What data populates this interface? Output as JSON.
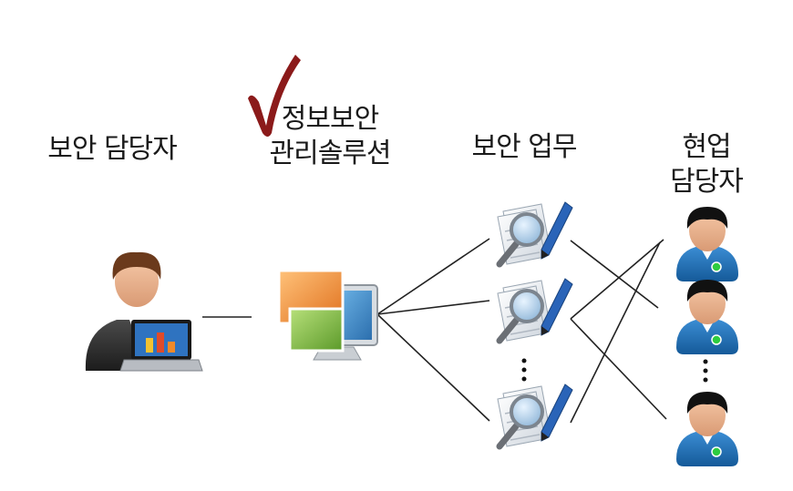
{
  "labels": {
    "security_officer": "보안 담당자",
    "solution_line1": "정보보안",
    "solution_line2": "관리솔루션",
    "security_task": "보안 업무",
    "field_line1": "현업",
    "field_line2": "담당자"
  },
  "icons": {
    "checkmark": "checkmark-icon",
    "officer": "person-with-laptop-icon",
    "solution": "windows-monitor-icon",
    "task": "document-magnifier-icon",
    "field": "user-avatar-icon"
  },
  "colors": {
    "checkmark": "#8b1a1a",
    "lines": "#222222",
    "avatar_body": "#1e6db3",
    "avatar_hair": "#111111"
  }
}
